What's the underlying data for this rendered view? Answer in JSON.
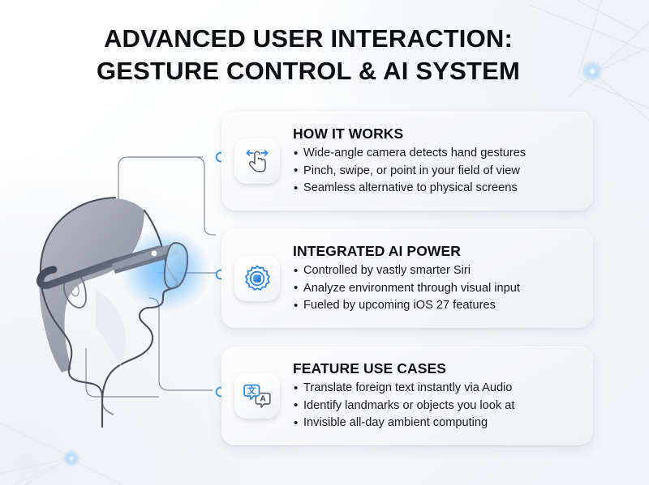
{
  "title": {
    "line1": "ADVANCED USER INTERACTION:",
    "line2": "GESTURE CONTROL & AI SYSTEM"
  },
  "illustration": {
    "name": "person-wearing-smart-glasses-side-profile",
    "glasses_glow_color": "#2f9dff",
    "hair_color": "#9aa0ad",
    "outline_color": "#4a505c"
  },
  "theme": {
    "background": "#f6f8fb",
    "accent": "#2f86e0",
    "node_color": "#3f9ae8",
    "connector_color": "#5a6372",
    "text_color": "#0d0f12"
  },
  "cards": [
    {
      "id": "how-it-works",
      "icon": "hand-swipe-gesture-icon",
      "title": "HOW IT WORKS",
      "bullets": [
        "Wide-angle camera detects hand gestures",
        "Pinch, swipe, or point in your field of view",
        "Seamless alternative to physical screens"
      ]
    },
    {
      "id": "integrated-ai-power",
      "icon": "ai-gear-chip-icon",
      "title": "INTEGRATED AI POWER",
      "bullets": [
        "Controlled by vastly smarter Siri",
        "Analyze environment through visual input",
        "Fueled by upcoming iOS 27 features"
      ]
    },
    {
      "id": "feature-use-cases",
      "icon": "translate-speech-bubbles-icon",
      "title": "FEATURE USE CASES",
      "bullets": [
        "Translate foreign text instantly via Audio",
        "Identify landmarks or objects you look at",
        "Invisible all-day ambient computing"
      ]
    }
  ]
}
